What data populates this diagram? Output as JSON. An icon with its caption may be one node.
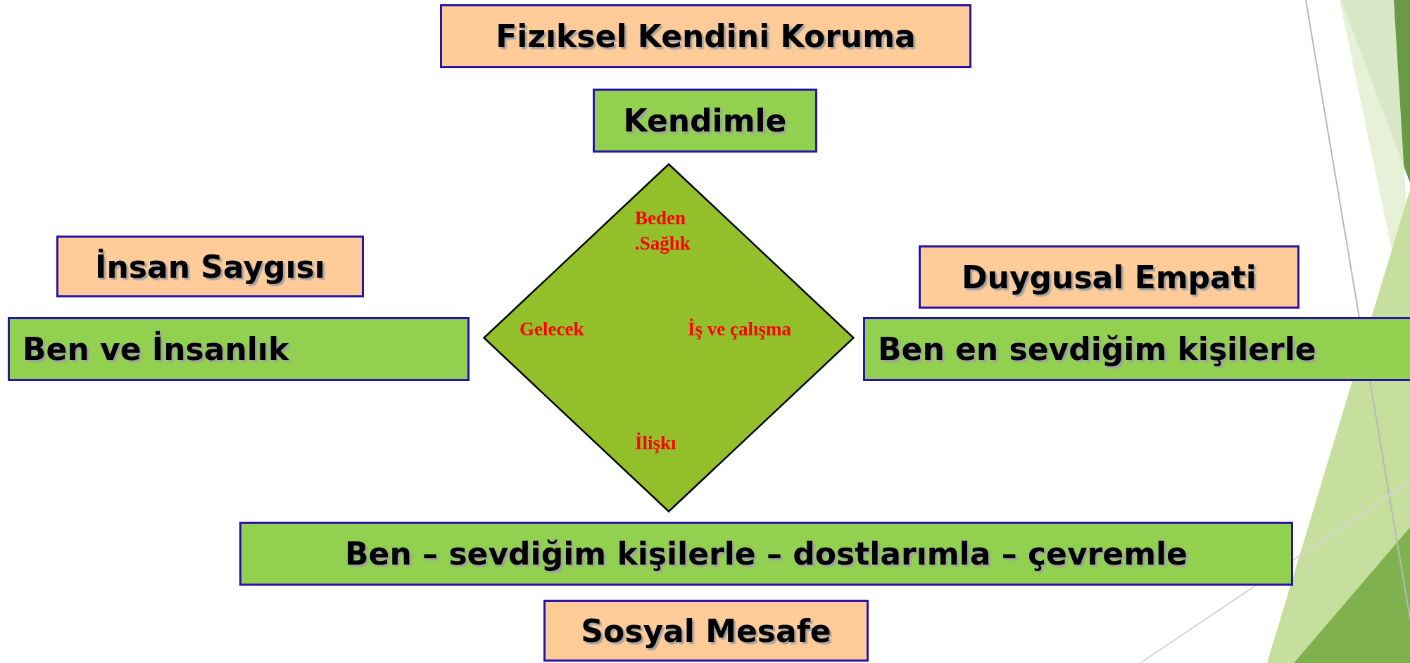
{
  "diagram": {
    "nodes": [
      {
        "text": [
          "Fizıksel Kendini Koruma"
        ]
      },
      {
        "text": [
          "Kendimle"
        ]
      },
      {
        "text": [
          "İnsan Saygısı"
        ]
      },
      {
        "text": [
          "Duygusal Empati"
        ]
      },
      {
        "text": [
          "Ben ve İnsanlık"
        ]
      },
      {
        "text": [
          "Beden .Sağlık",
          "Gelecek",
          "İş ve çalışma",
          "İlişkı"
        ]
      },
      {
        "text": [
          "Ben en sevdiğim kişilerle"
        ]
      },
      {
        "text": [
          "Ben – sevdiğim kişilerle – dostlarımla – çevremle"
        ]
      },
      {
        "text": [
          "Sosyal Mesafe"
        ]
      }
    ]
  }
}
